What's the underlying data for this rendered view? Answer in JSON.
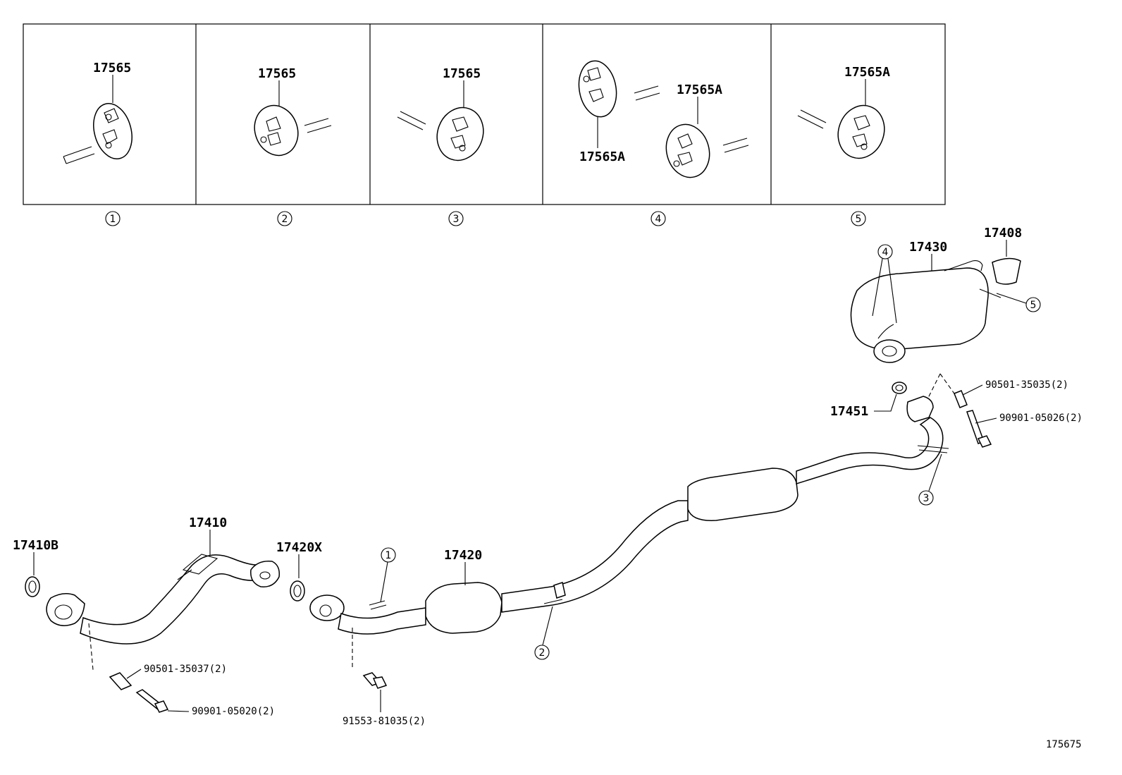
{
  "panels": [
    {
      "callout": "①",
      "labels": [
        "17565"
      ]
    },
    {
      "callout": "②",
      "labels": [
        "17565"
      ]
    },
    {
      "callout": "③",
      "labels": [
        "17565"
      ]
    },
    {
      "callout": "④",
      "labels": [
        "17565A",
        "17565A"
      ]
    },
    {
      "callout": "⑤",
      "labels": [
        "17565A"
      ]
    }
  ],
  "parts": {
    "p17408": "17408",
    "p17430": "17430",
    "p17451": "17451",
    "p17410": "17410",
    "p17410B": "17410B",
    "p17420X": "17420X",
    "p17420": "17420",
    "b90501_35035": "90501-35035(2)",
    "b90901_05026": "90901-05026(2)",
    "b90501_35037": "90501-35037(2)",
    "b90901_05020": "90901-05020(2)",
    "b91553_81035": "91553-81035(2)"
  },
  "callouts": {
    "c1": "1",
    "c2": "2",
    "c3": "3",
    "c4": "4",
    "c5": "5"
  },
  "figure_number": "175675"
}
